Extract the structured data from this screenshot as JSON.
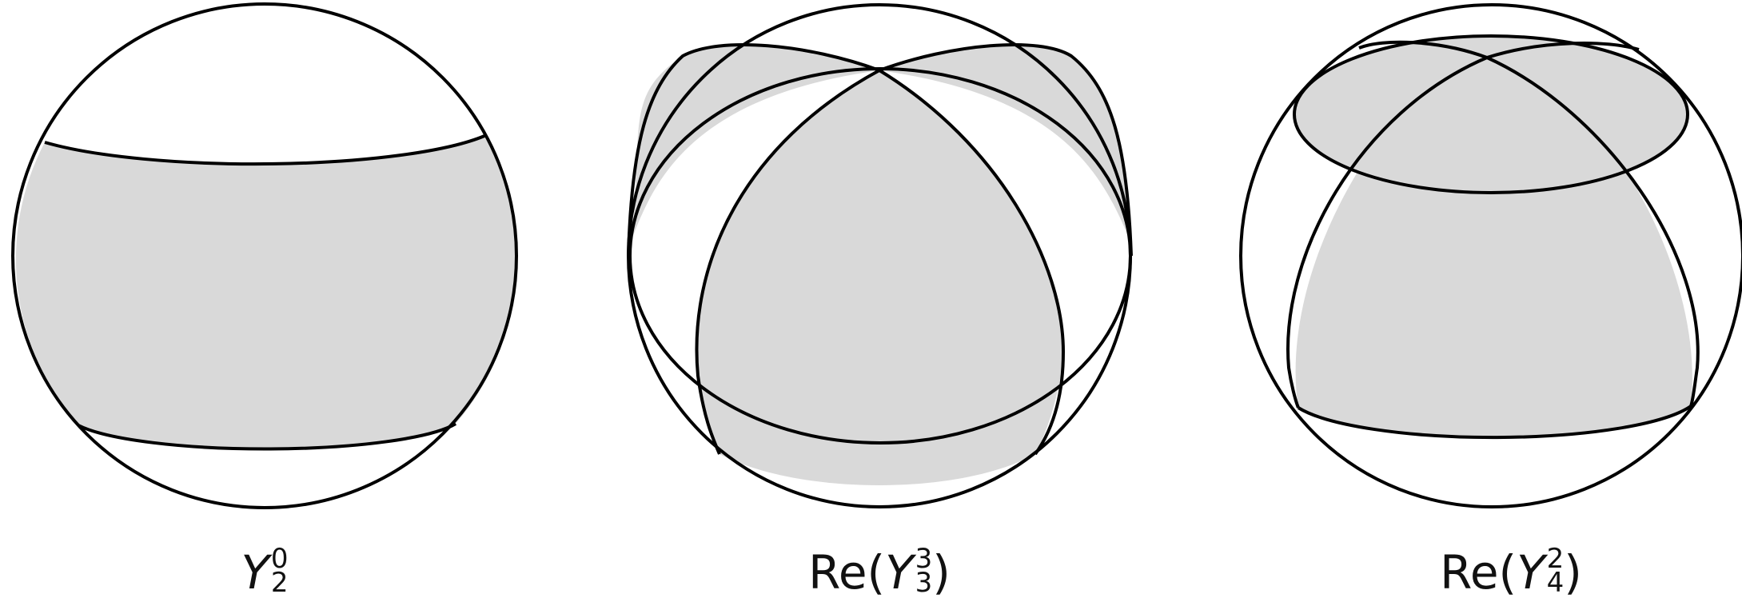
{
  "colors": {
    "stroke": "#000000",
    "shade": "#d9d9d9",
    "background": "#ffffff"
  },
  "panels": [
    {
      "prefix": "",
      "symbol": "Y",
      "sup": "0",
      "sub": "2",
      "suffix": ""
    },
    {
      "prefix": "Re(",
      "symbol": "Y",
      "sup": "3",
      "sub": "3",
      "suffix": ")"
    },
    {
      "prefix": "Re(",
      "symbol": "Y",
      "sup": "2",
      "sub": "4",
      "suffix": ")"
    }
  ]
}
